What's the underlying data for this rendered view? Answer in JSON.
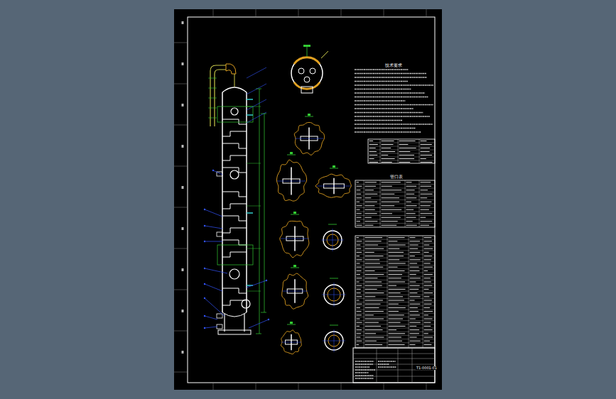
{
  "diagram": {
    "labels": [
      "技术要求",
      "管口表",
      "T1-0001-01"
    ]
  }
}
